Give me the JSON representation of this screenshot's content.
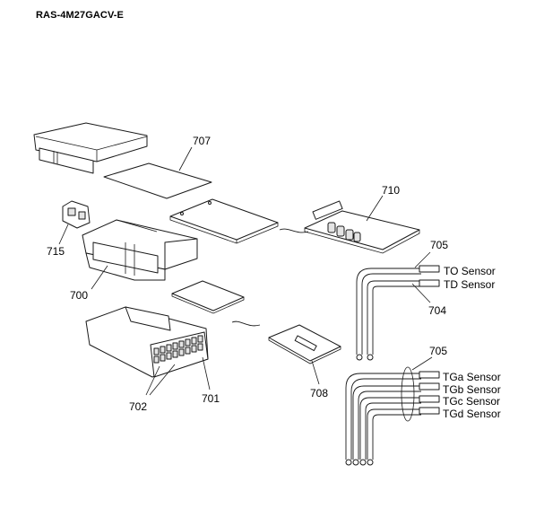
{
  "title": "RAS-4M27GACV-E",
  "parts": {
    "p707": "707",
    "p710": "710",
    "p715": "715",
    "p700": "700",
    "p705a": "705",
    "p704": "704",
    "p705b": "705",
    "p702": "702",
    "p701": "701",
    "p708": "708"
  },
  "sensors": {
    "to": "TO Sensor",
    "td": "TD Sensor",
    "tga": "TGa Sensor",
    "tgb": "TGb Sensor",
    "tgc": "TGc Sensor",
    "tgd": "TGd Sensor"
  }
}
